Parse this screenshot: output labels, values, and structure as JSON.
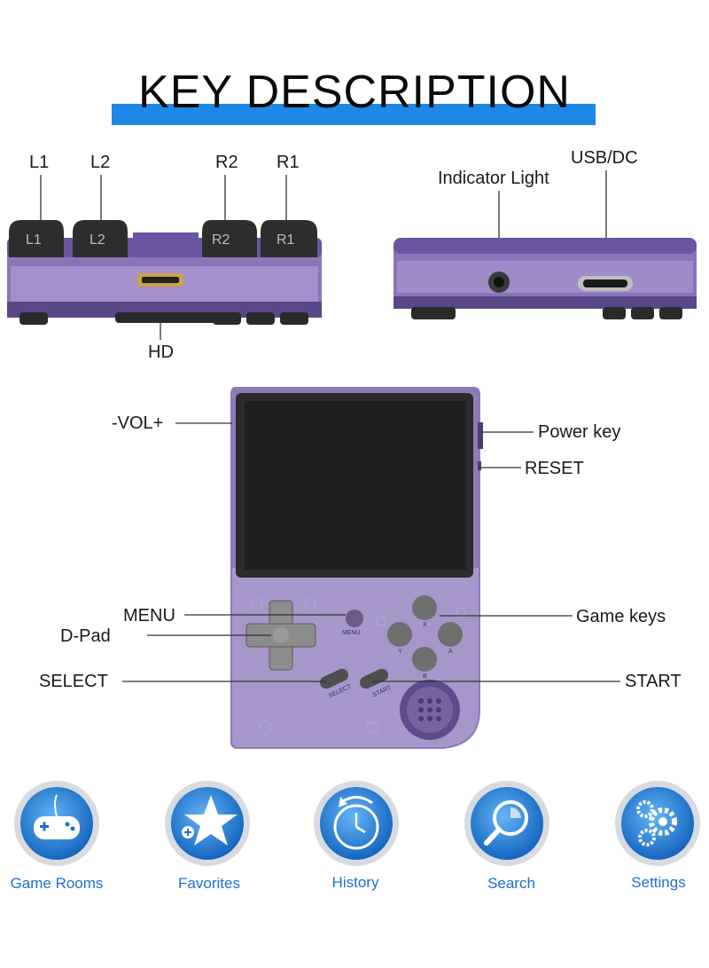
{
  "title": "KEY DESCRIPTION",
  "colors": {
    "accent_blue": "#1e88e5",
    "shell_purple": "#7a62a8",
    "shell_purple_dark": "#4d3a75",
    "screen": "#1f1f1f",
    "feature_text": "#1e6fd0"
  },
  "top_view": {
    "shoulder_labels": {
      "l1": "L1",
      "l2": "L2",
      "r2": "R2",
      "r1": "R1"
    },
    "port_label": "HD"
  },
  "bottom_view": {
    "indicator_label": "Indicator Light",
    "usb_label": "USB/DC"
  },
  "front_view": {
    "labels": {
      "vol": "-VOL+",
      "power": "Power key",
      "reset": "RESET",
      "menu": "MENU",
      "dpad": "D-Pad",
      "game_keys": "Game keys",
      "select": "SELECT",
      "start": "START"
    },
    "printed_button_labels": {
      "menu": "MENU",
      "select": "SELECT",
      "start": "START",
      "x": "X",
      "y": "Y",
      "a": "A",
      "b": "B"
    }
  },
  "features": [
    {
      "label": "Game Rooms",
      "icon": "gamepad-icon"
    },
    {
      "label": "Favorites",
      "icon": "star-icon"
    },
    {
      "label": "History",
      "icon": "clock-icon"
    },
    {
      "label": "Search",
      "icon": "magnifier-icon"
    },
    {
      "label": "Settings",
      "icon": "gears-icon"
    }
  ]
}
